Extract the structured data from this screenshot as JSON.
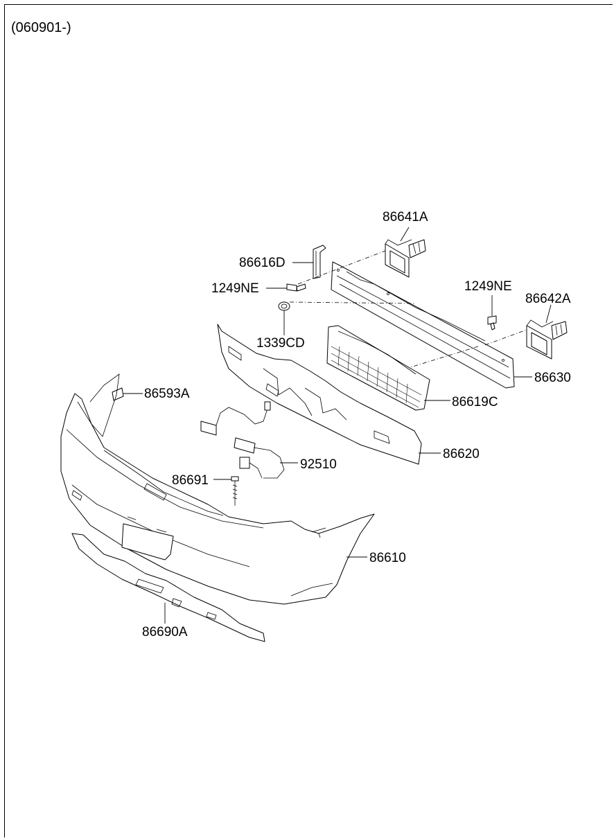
{
  "header": {
    "date_code": "(060901-)"
  },
  "callouts": {
    "p86641A": "86641A",
    "p86616D": "86616D",
    "p1249NE_left": "1249NE",
    "p1339CD": "1339CD",
    "p1249NE_right": "1249NE",
    "p86642A": "86642A",
    "p86630": "86630",
    "p86619C": "86619C",
    "p86620": "86620",
    "p86593A": "86593A",
    "p92510": "92510",
    "p86691": "86691",
    "p86610": "86610",
    "p86690A": "86690A"
  },
  "icons": {
    "bracket_86641A": "bumper-stay-bracket-icon",
    "bracket_86642A": "bumper-stay-bracket-icon",
    "beam_86630": "rear-beam-icon",
    "absorber_86620": "energy-absorber-icon",
    "bumper_86610": "bumper-cover-icon",
    "lower_86690A": "lower-skirt-icon",
    "harness_92510": "license-lamp-harness-icon"
  },
  "colors": {
    "line": "#000000",
    "background": "#ffffff"
  }
}
